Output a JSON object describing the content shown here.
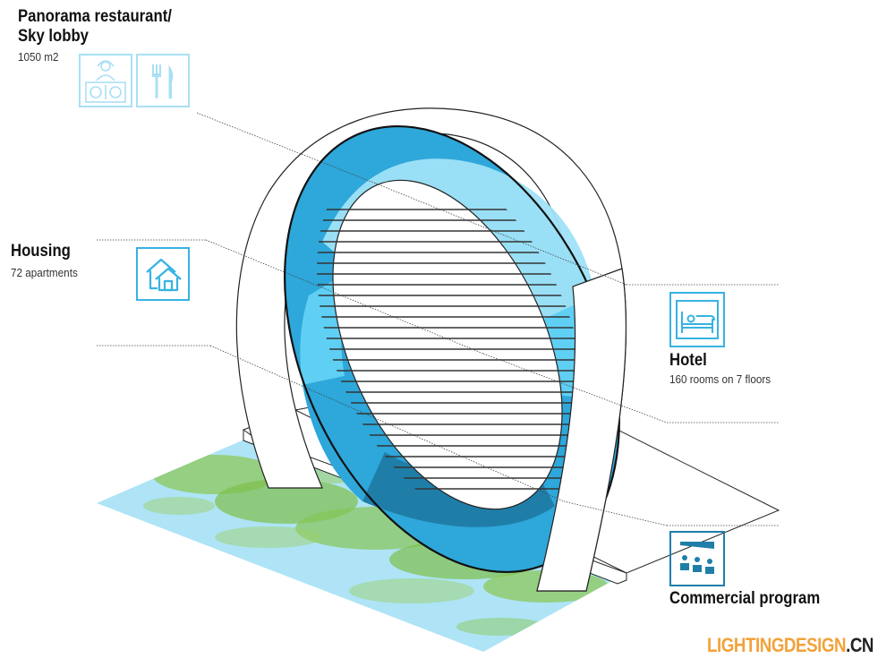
{
  "labels": {
    "panorama": {
      "title_line1": "Panorama restaurant/",
      "title_line2": "Sky lobby",
      "sub": "1050 m2"
    },
    "housing": {
      "title": "Housing",
      "sub": "72 apartments"
    },
    "hotel": {
      "title": "Hotel",
      "sub": "160 rooms on 7 floors"
    },
    "commercial": {
      "title": "Commercial program"
    }
  },
  "icons": {
    "panorama": [
      "dj-icon",
      "fork-knife-icon"
    ],
    "housing": "houses-icon",
    "hotel": "bed-icon",
    "commercial": "cinema-icon"
  },
  "watermark": {
    "main": "LIGHTINGDESIGN",
    "suffix": ".CN"
  },
  "colors": {
    "ring_light": "#9fe2f8",
    "ring_mid": "#5fcff4",
    "ring_blue": "#32aee0",
    "ring_dark": "#1f7ea8",
    "icon_soft": "#a8e0f4",
    "icon_strong": "#36b3e2",
    "water": "#aee4f6",
    "grass": "#7fc24a"
  }
}
